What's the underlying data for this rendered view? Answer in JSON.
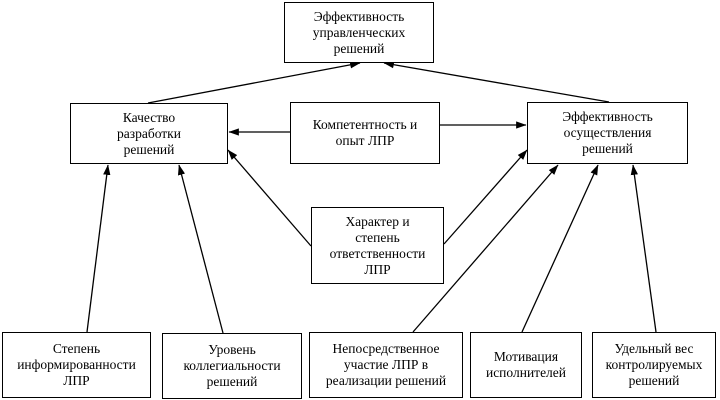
{
  "boxes": {
    "top": "Эффективность\nуправленческих\nрешений",
    "left": "Качество\nразработки\nрешений",
    "center": "Компетентность и\nопыт ЛПР",
    "right": "Эффективность\nосуществления\nрешений",
    "middle": "Характер и\nстепень\nответственности\nЛПР",
    "bottom": [
      "Степень\nинформированности\nЛПР",
      "Уровень\nколлегиальности\nрешений",
      "Непосредственное\nучастие ЛПР в\nреализации решений",
      "Мотивация\nисполнителей",
      "Удельный вес\nконтролируемых\nрешений"
    ]
  }
}
